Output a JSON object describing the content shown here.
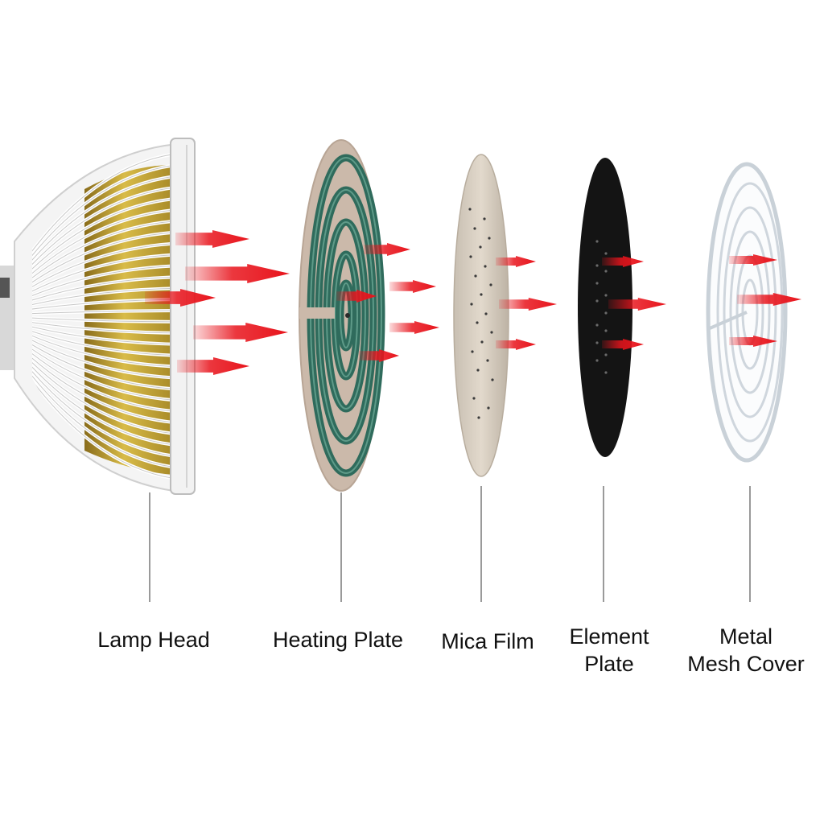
{
  "components": [
    {
      "id": "lamp-head",
      "lines": [
        "Lamp Head"
      ]
    },
    {
      "id": "heating-plate",
      "lines": [
        "Heating Plate"
      ]
    },
    {
      "id": "mica-film",
      "lines": [
        "Mica Film"
      ]
    },
    {
      "id": "element-plate",
      "lines": [
        "Element",
        "Plate"
      ]
    },
    {
      "id": "metal-mesh-cover",
      "lines": [
        "Metal",
        "Mesh Cover"
      ]
    }
  ],
  "colors": {
    "arrow": "#e8141c",
    "leader_line": "#9a9a9a",
    "lamp_frame": "#e6e6e6",
    "lamp_reflector": "#c9a834",
    "heating_plate_base": "#c9b7a8",
    "heating_plate_coil": "#2f6b5c",
    "mica_film": "#d5cbbd",
    "element_plate": "#141414",
    "mesh_wire": "#cfd6dd"
  }
}
